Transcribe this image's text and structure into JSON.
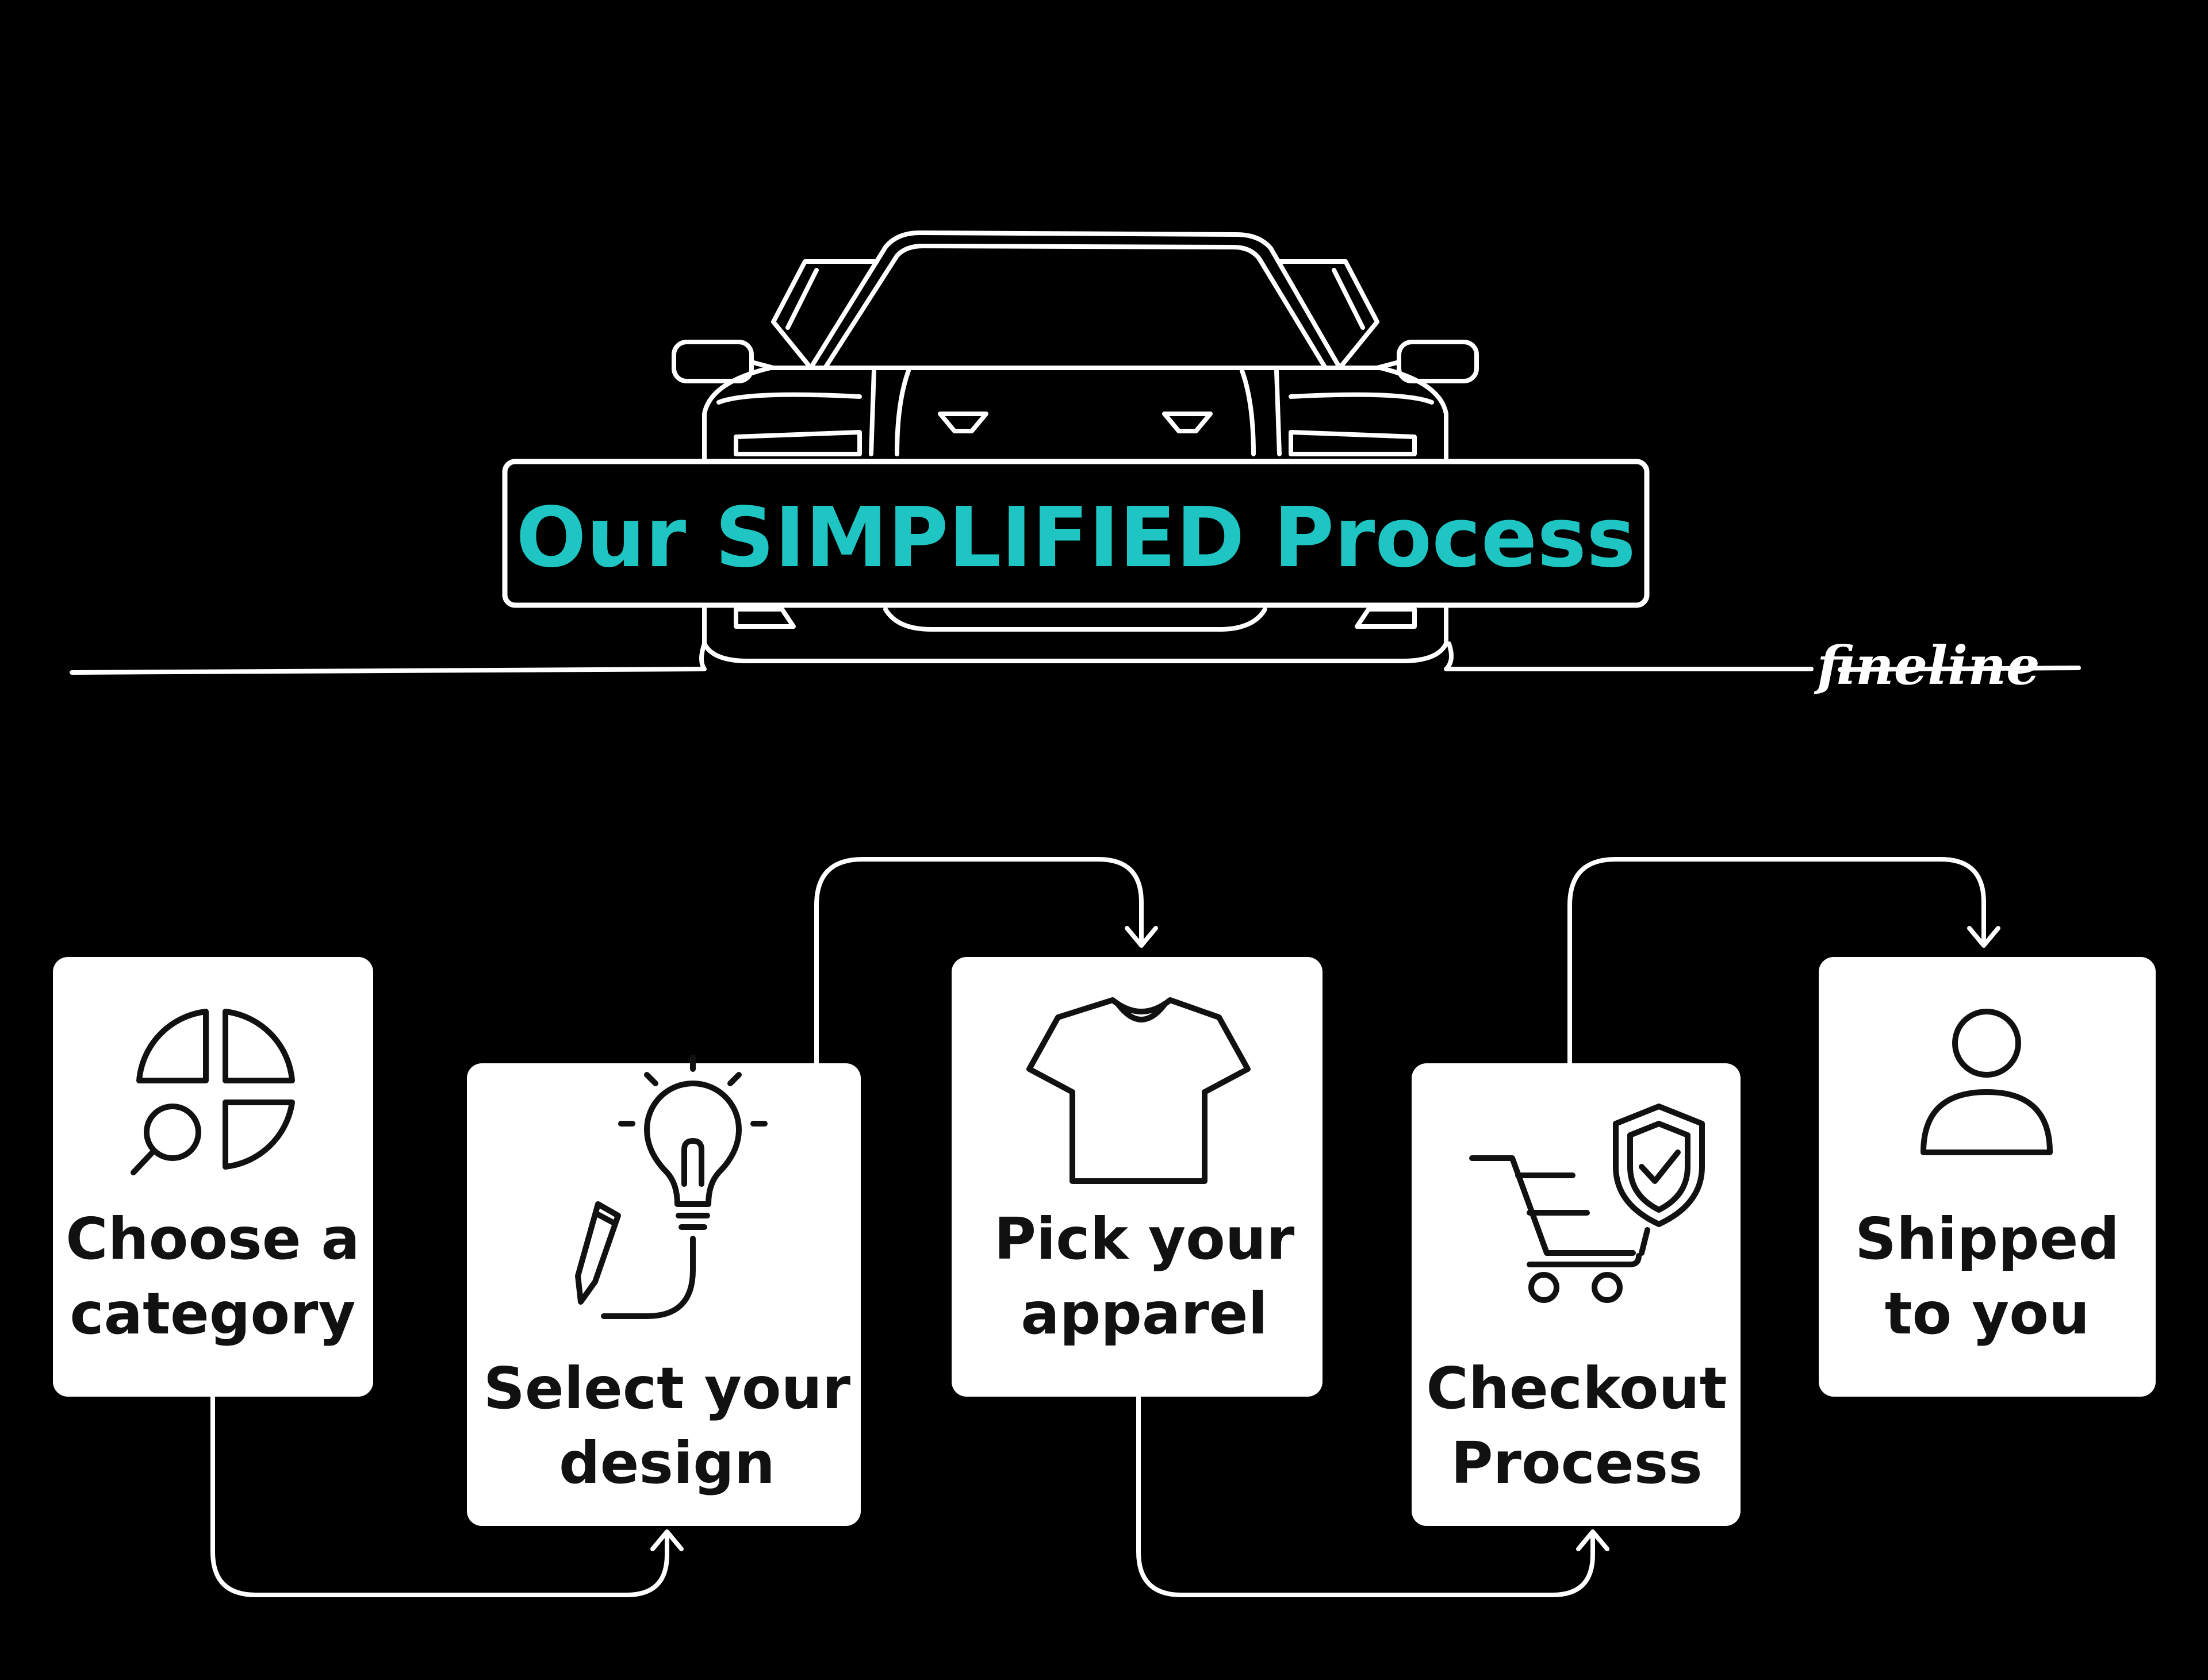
{
  "title": "Our SIMPLIFIED Process",
  "brand": "fineline",
  "colors": {
    "background": "#000000",
    "accent": "#1ec5c3",
    "card": "#ffffff",
    "ink": "#111111"
  },
  "steps": [
    {
      "icon": "category-search-icon",
      "lines": [
        "Choose a",
        "category"
      ]
    },
    {
      "icon": "pencil-lightbulb-icon",
      "lines": [
        "Select your",
        "design"
      ]
    },
    {
      "icon": "tshirt-icon",
      "lines": [
        "Pick your",
        "apparel"
      ]
    },
    {
      "icon": "cart-shield-icon",
      "lines": [
        "Checkout",
        "Process"
      ]
    },
    {
      "icon": "user-icon",
      "lines": [
        "Shipped",
        "to you"
      ]
    }
  ]
}
